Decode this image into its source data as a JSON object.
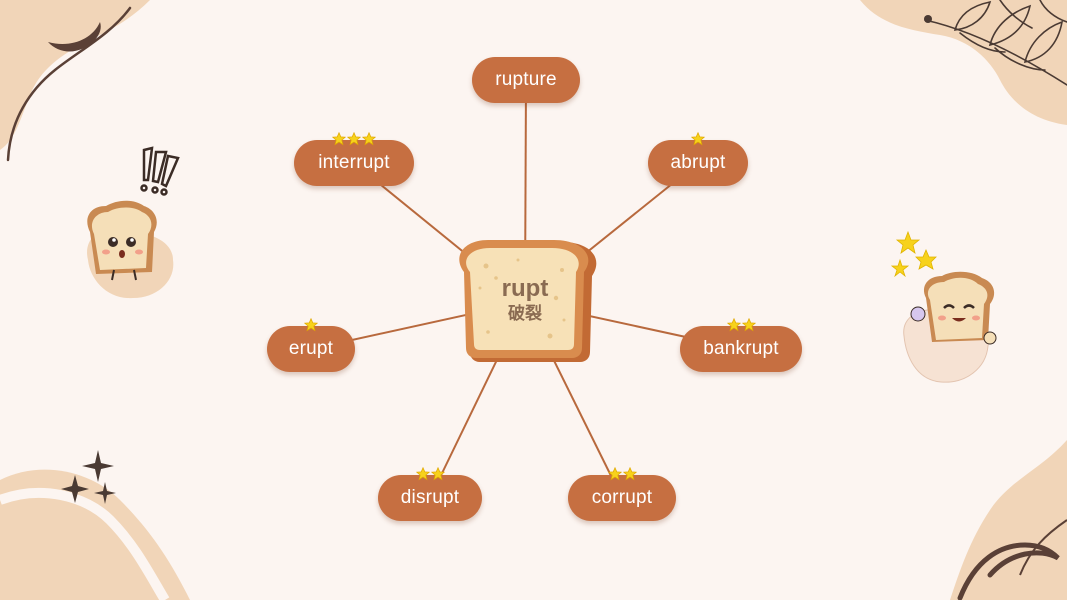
{
  "center": {
    "root": "rupt",
    "meaning": "破裂"
  },
  "words": [
    {
      "id": "rupture",
      "label": "rupture",
      "stars": 0
    },
    {
      "id": "interrupt",
      "label": "interrupt",
      "stars": 3
    },
    {
      "id": "abrupt",
      "label": "abrupt",
      "stars": 1
    },
    {
      "id": "erupt",
      "label": "erupt",
      "stars": 1
    },
    {
      "id": "bankrupt",
      "label": "bankrupt",
      "stars": 2
    },
    {
      "id": "disrupt",
      "label": "disrupt",
      "stars": 2
    },
    {
      "id": "corrupt",
      "label": "corrupt",
      "stars": 2
    }
  ],
  "colors": {
    "pill": "#c66f41",
    "line": "#b8693d",
    "background": "#fcf5f1",
    "blob": "#f1d5b8",
    "star": "#f7d21c"
  }
}
